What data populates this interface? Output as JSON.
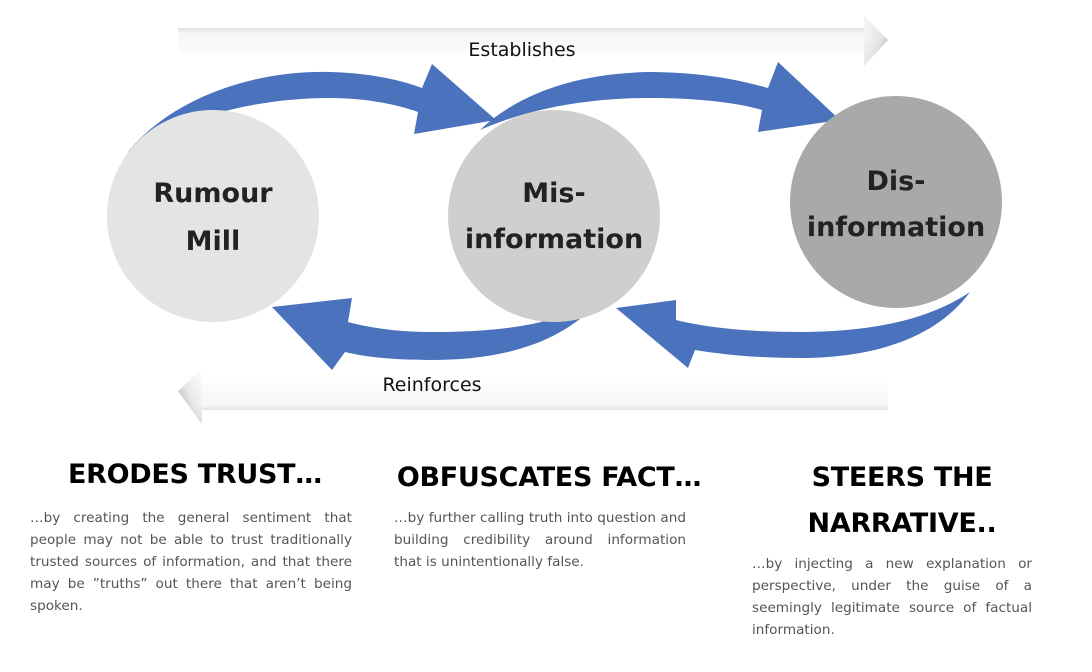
{
  "colors": {
    "arrow_blue": "#4a72bd",
    "node_rumour": "#e4e4e4",
    "node_mis": "#cfcfcf",
    "node_dis": "#a9a9a9",
    "body_text": "#555555",
    "heading_text": "#000000"
  },
  "flow": {
    "forward_label": "Establishes",
    "backward_label": "Reinforces"
  },
  "nodes": [
    {
      "id": "rumour-mill",
      "lines": [
        "Rumour",
        "Mill"
      ]
    },
    {
      "id": "misinformation",
      "lines": [
        "Mis-",
        "information"
      ]
    },
    {
      "id": "disinformation",
      "lines": [
        "Dis-",
        "information"
      ]
    }
  ],
  "effects": [
    {
      "heading": "ERODES TRUST…",
      "description": "…by creating the general sentiment that people may not be able to trust traditionally trusted sources of information, and that there may be ”truths” out there that aren’t being spoken."
    },
    {
      "heading": "OBFUSCATES FACT…",
      "description": "…by further calling truth into question and building credibility around information that is unintentionally false."
    },
    {
      "heading": "STEERS THE NARRATIVE..",
      "description": "…by injecting a new explanation or perspective, under the guise of a seemingly legitimate source of factual information."
    }
  ]
}
